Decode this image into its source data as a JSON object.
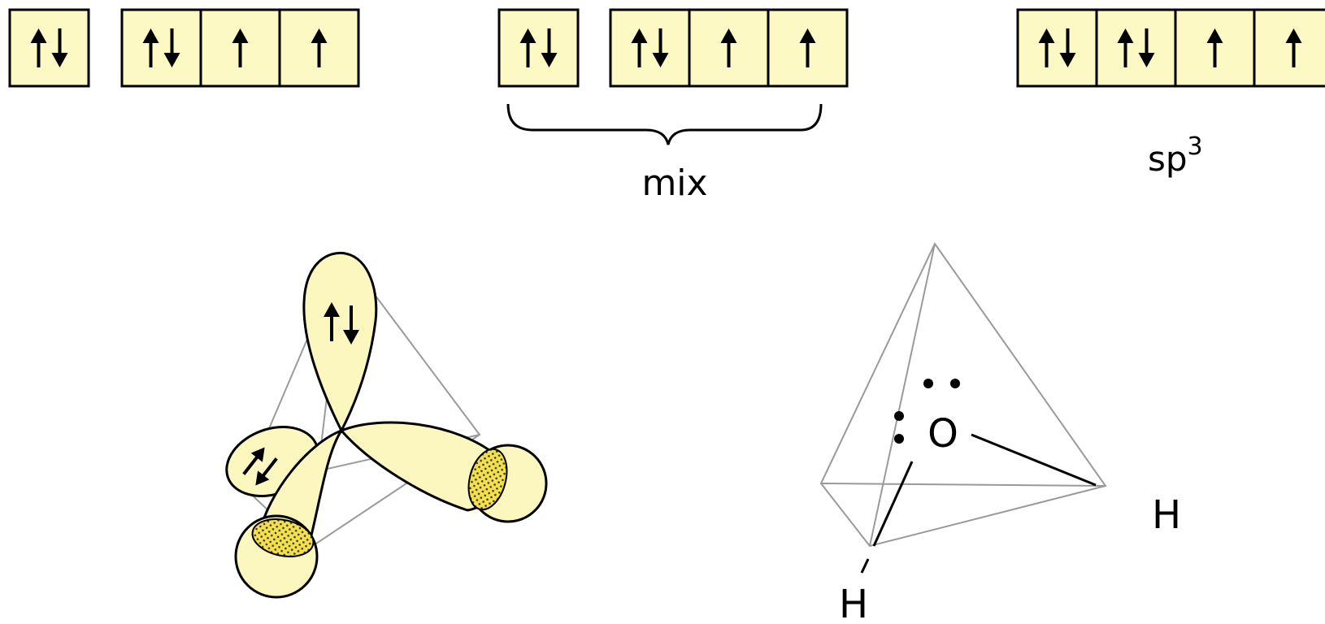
{
  "configurations": [
    {
      "id": "ground",
      "boxes": [
        [
          "up",
          "down"
        ],
        [
          "up",
          "down"
        ],
        [
          "up"
        ],
        [
          "up"
        ]
      ]
    },
    {
      "id": "mixing",
      "boxes": [
        [
          "up",
          "down"
        ],
        [
          "up",
          "down"
        ],
        [
          "up"
        ],
        [
          "up"
        ]
      ],
      "label": "mix"
    },
    {
      "id": "hybrid",
      "boxes": [
        [
          "up",
          "down"
        ],
        [
          "up",
          "down"
        ],
        [
          "up"
        ],
        [
          "up"
        ]
      ],
      "label_base": "sp",
      "label_sup": "3"
    }
  ],
  "molecule": {
    "center_atom": "O",
    "hydrogens": [
      "H",
      "H"
    ]
  },
  "colors": {
    "orbital_fill": "#fdf9c4",
    "overlap_fill": "#f3e04a",
    "tetrahedron_line": "#9a9a9a"
  }
}
